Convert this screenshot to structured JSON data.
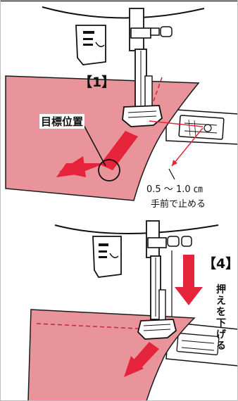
{
  "panels": [
    {
      "step_label": "【1】",
      "target_label": "目標位置",
      "distance_line1": "0.5 〜 1.0 ㎝",
      "distance_line2": "手前で止める"
    },
    {
      "step_label": "【4】",
      "action_chars": [
        "押",
        "え",
        "を",
        "下",
        "げ",
        "る"
      ]
    }
  ],
  "colors": {
    "fabric": "#e8949a",
    "fabric_edge": "#1a1a1a",
    "arrow": "#e5243b",
    "stitch": "#c8243b",
    "outline": "#111111"
  },
  "icons": [
    "sewing-machine-presser-foot",
    "direction-arrow",
    "target-circle",
    "lower-presser-foot-arrow"
  ]
}
